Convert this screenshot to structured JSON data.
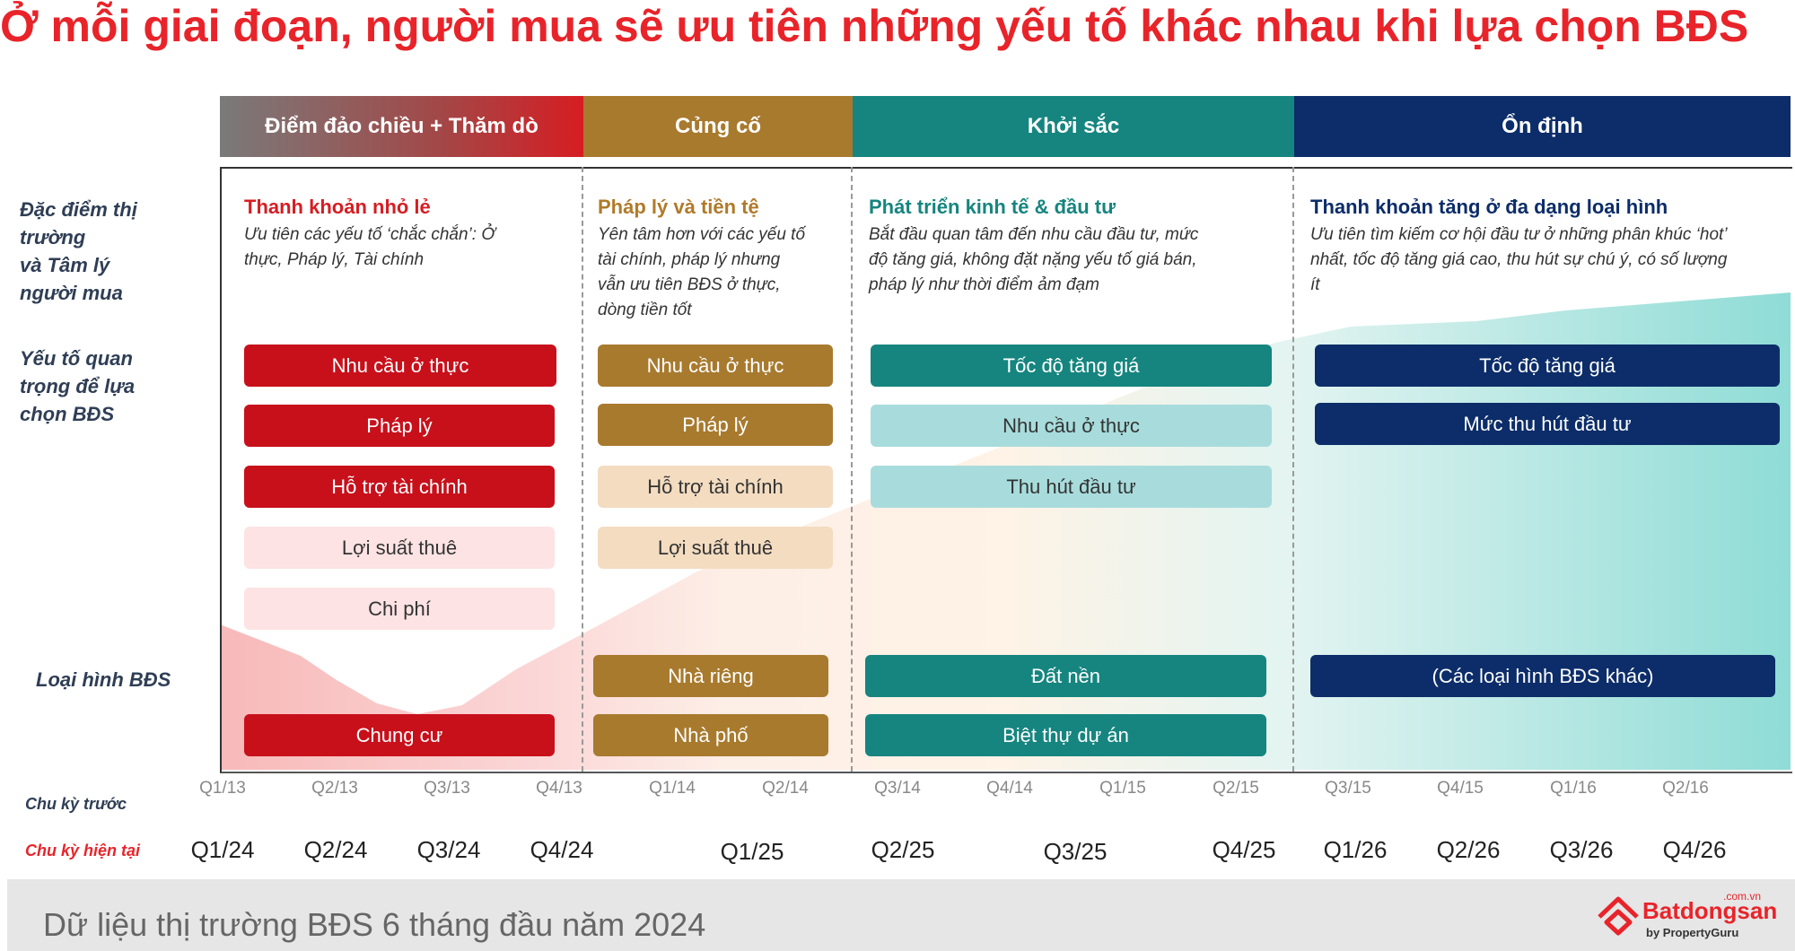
{
  "title": "Ở mỗi giai đoạn, người mua sẽ ưu tiên những yếu tố khác nhau khi lựa chọn BĐS",
  "phases": [
    "Điểm đảo chiều + Thăm dò",
    "Củng cố",
    "Khởi sắc",
    "Ổn định"
  ],
  "row_labels": {
    "market": [
      "Đặc điểm thị",
      "trường",
      "và Tâm lý",
      "người mua"
    ],
    "factors": [
      "Yếu tố quan",
      "trọng để lựa",
      "chọn BĐS"
    ],
    "types": "Loại hình BĐS"
  },
  "columns": [
    {
      "heading": "Thanh khoản nhỏ lẻ",
      "heading_color": "#d61d22",
      "desc": [
        "Ưu tiên các yếu tố ‘chắc chắn’: Ở",
        "thực, Pháp lý, Tài chính"
      ],
      "factors": [
        "Nhu cầu ở thực",
        "Pháp lý",
        "Hỗ trợ tài chính",
        "Lợi suất thuê",
        "Chi phí"
      ],
      "types": [
        "Chung cư"
      ]
    },
    {
      "heading": "Pháp lý và tiền tệ",
      "heading_color": "#b07a2a",
      "desc": [
        "Yên tâm hơn với các yếu tố",
        "tài chính, pháp lý nhưng",
        "vẫn ưu tiên BĐS ở thực,",
        "dòng tiền tốt"
      ],
      "factors": [
        "Nhu cầu ở thực",
        "Pháp lý",
        "Hỗ trợ tài chính",
        "Lợi suất thuê"
      ],
      "types": [
        "Nhà riêng",
        "Nhà phố"
      ]
    },
    {
      "heading": "Phát triển kinh tế & đầu tư",
      "heading_color": "#16857f",
      "desc": [
        "Bắt đầu quan tâm đến nhu cầu đầu tư, mức",
        "độ tăng giá, không đặt nặng yếu tố giá bán,",
        "pháp lý như thời điểm ảm đạm"
      ],
      "factors": [
        "Tốc độ tăng giá",
        "Nhu cầu ở thực",
        "Thu hút đầu tư"
      ],
      "types": [
        "Đất nền",
        "Biệt thự dự án"
      ]
    },
    {
      "heading": "Thanh khoản tăng ở đa dạng loại hình",
      "heading_color": "#0c2d69",
      "desc": [
        "Ưu tiên tìm kiếm cơ hội đầu tư ở những phân khúc ‘hot’",
        "nhất, tốc độ tăng giá cao, thu hút sự chú ý, có số lượng",
        "ít"
      ],
      "factors": [
        "Tốc độ tăng giá",
        "Mức thu hút đầu tư"
      ],
      "types": [
        "(Các loại hình BĐS khác)"
      ]
    }
  ],
  "timeline": {
    "prev_label": "Chu kỳ trước",
    "cur_label": "Chu kỳ hiện tại",
    "prev_ticks": [
      "Q1/13",
      "Q2/13",
      "Q3/13",
      "Q4/13",
      "Q1/14",
      "Q2/14",
      "Q3/14",
      "Q4/14",
      "Q1/15",
      "Q2/15",
      "Q3/15",
      "Q4/15",
      "Q1/16",
      "Q2/16"
    ],
    "cur_ticks": [
      "Q1/24",
      "Q2/24",
      "Q3/24",
      "Q4/24",
      "Q1/25",
      "Q2/25",
      "Q3/25",
      "Q4/25",
      "Q1/26",
      "Q2/26",
      "Q3/26",
      "Q4/26"
    ]
  },
  "footer": {
    "text": "Dữ liệu thị trường BĐS 6 tháng đầu năm 2024",
    "logo": "Batdongsan",
    "logo_domain": ".com.vn",
    "logo_sub": "by PropertyGuru"
  }
}
